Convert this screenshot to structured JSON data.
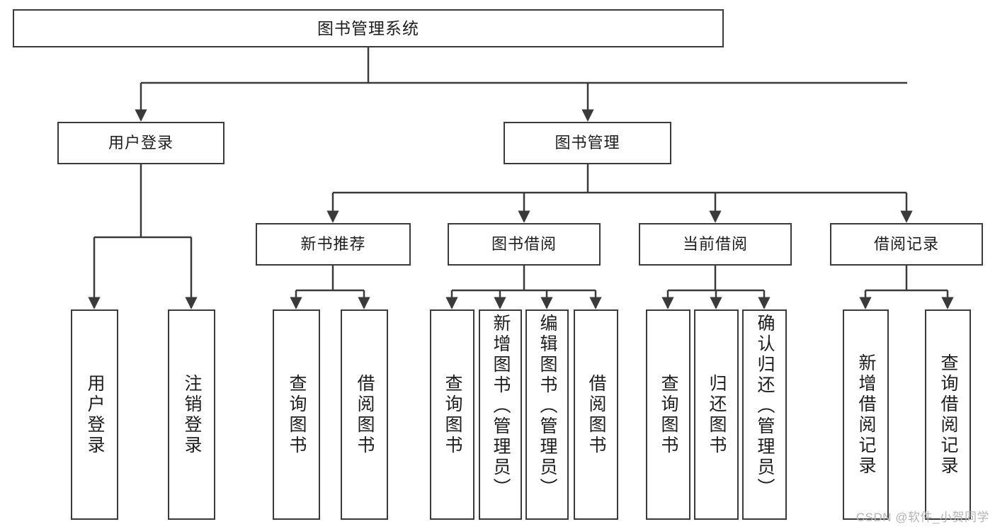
{
  "diagram": {
    "title": "图书管理系统",
    "type": "tree-hierarchy",
    "watermark": "CSDN @软件_小贺同学",
    "colors": {
      "background": "#ffffff",
      "node_border": "#3a3a3a",
      "node_fill": "#ffffff",
      "text": "#1d1d1d",
      "connector": "#3a3a3a",
      "watermark": "#b4b4b4"
    }
  },
  "nodes": {
    "root": {
      "label": "图书管理系统"
    },
    "level2": [
      {
        "id": "user-login",
        "label": "用户登录"
      },
      {
        "id": "book-management",
        "label": "图书管理"
      }
    ],
    "level3": [
      {
        "id": "new-book-recommend",
        "label": "新书推荐"
      },
      {
        "id": "book-borrow",
        "label": "图书借阅"
      },
      {
        "id": "current-borrow",
        "label": "当前借阅"
      },
      {
        "id": "borrow-record",
        "label": "借阅记录"
      }
    ],
    "leaves": {
      "user-login": [
        {
          "id": "leaf-user-login",
          "label": "用户登录"
        },
        {
          "id": "leaf-logout-login",
          "label": "注销登录"
        }
      ],
      "new-book-recommend": [
        {
          "id": "leaf-query-book-1",
          "label": "查询图书"
        },
        {
          "id": "leaf-borrow-book-1",
          "label": "借阅图书"
        }
      ],
      "book-borrow": [
        {
          "id": "leaf-query-book-2",
          "label": "查询图书"
        },
        {
          "id": "leaf-add-book",
          "label": "新增图书（管理员）"
        },
        {
          "id": "leaf-edit-book",
          "label": "编辑图书（管理员）"
        },
        {
          "id": "leaf-borrow-book-2",
          "label": "借阅图书"
        }
      ],
      "current-borrow": [
        {
          "id": "leaf-query-book-3",
          "label": "查询图书"
        },
        {
          "id": "leaf-return-book",
          "label": "归还图书"
        },
        {
          "id": "leaf-confirm-return",
          "label": "确认归还（管理员）"
        }
      ],
      "borrow-record": [
        {
          "id": "leaf-add-record",
          "label": "新增借阅记录"
        },
        {
          "id": "leaf-query-record",
          "label": "查询借阅记录"
        }
      ]
    }
  }
}
